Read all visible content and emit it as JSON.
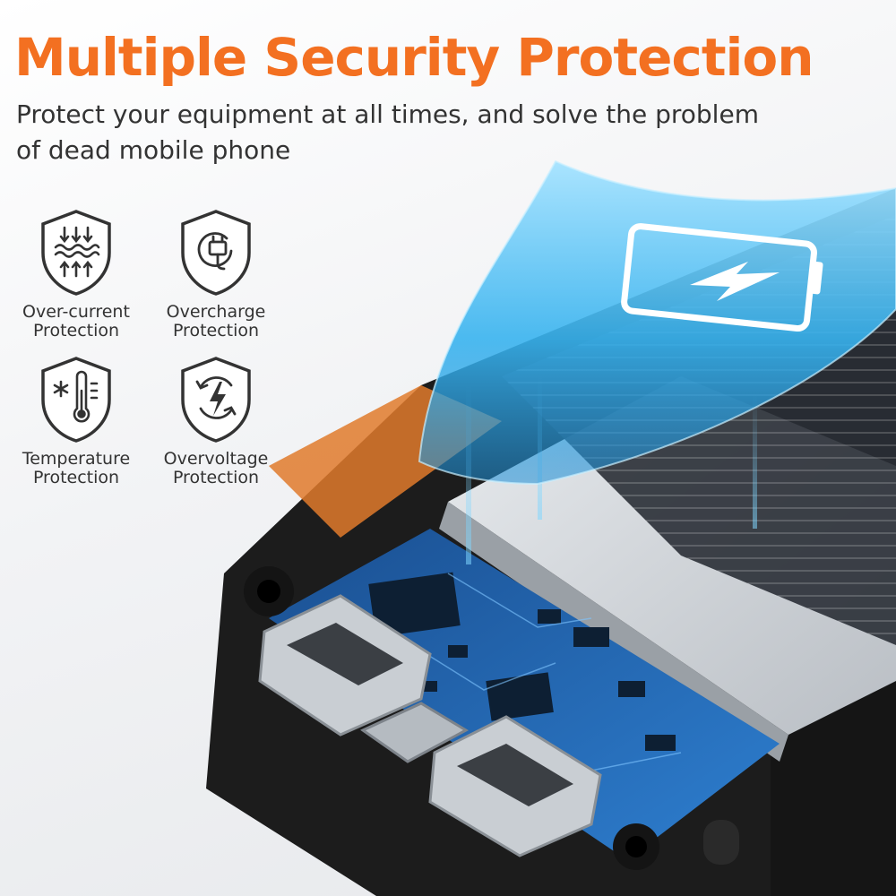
{
  "headline": "Multiple Security Protection",
  "subheadline": "Protect your equipment at all times, and solve the problem of dead mobile phone",
  "features": [
    {
      "icon": "heat-waves-arrows-icon",
      "label_line1": "Over-current",
      "label_line2": "Protection"
    },
    {
      "icon": "power-plug-icon",
      "label_line1": "Overcharge",
      "label_line2": "Protection"
    },
    {
      "icon": "thermometer-snowflake-icon",
      "label_line1": "Temperature",
      "label_line2": "Protection"
    },
    {
      "icon": "lightning-cycle-icon",
      "label_line1": "Overvoltage",
      "label_line2": "Protection"
    }
  ],
  "colors": {
    "accent": "#f37021",
    "text": "#333333",
    "shield_blue": "#3fb8f0",
    "pcb_blue": "#1f5fa8",
    "case_black": "#1a1a1a"
  }
}
